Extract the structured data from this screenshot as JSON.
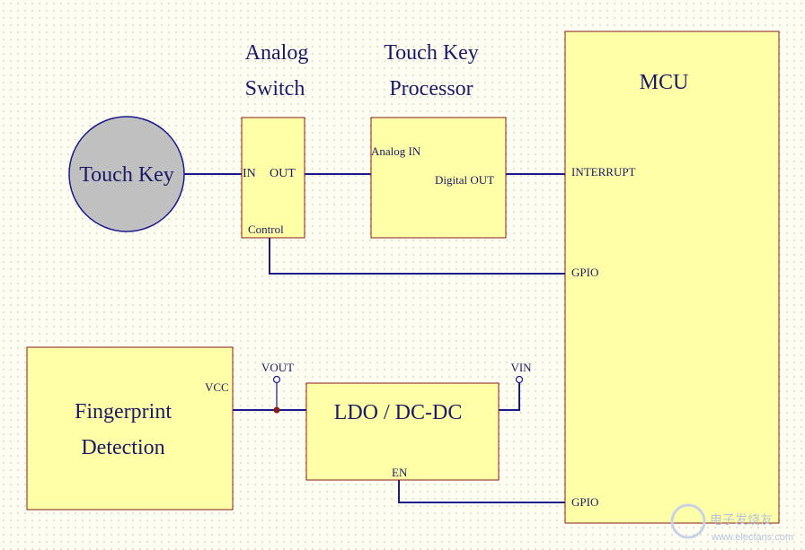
{
  "touch_key": {
    "label": "Touch Key"
  },
  "analog_switch": {
    "title_line1": "Analog",
    "title_line2": "Switch",
    "pin_in": "IN",
    "pin_out": "OUT",
    "pin_control": "Control"
  },
  "touch_key_processor": {
    "title_line1": "Touch Key",
    "title_line2": "Processor",
    "pin_analog_in": "Analog IN",
    "pin_digital_out": "Digital OUT"
  },
  "mcu": {
    "label": "MCU",
    "pin_interrupt": "INTERRUPT",
    "pin_gpio_1": "GPIO",
    "pin_gpio_2": "GPIO"
  },
  "fingerprint": {
    "label_line1": "Fingerprint",
    "label_line2": "Detection",
    "pin_vcc": "VCC"
  },
  "ldo": {
    "label": "LDO / DC-DC",
    "pin_en": "EN",
    "vout_label": "VOUT",
    "vin_label": "VIN"
  },
  "watermark": {
    "text_cn": "电子发烧友",
    "text_url": "www.elecfans.com"
  },
  "colors": {
    "block_fill": "#ffffa8",
    "block_border": "#8b1a1a",
    "wire": "#1a1a8c",
    "text": "#1a1a66",
    "touch_key_fill": "#c0c0c0",
    "junction": "#8b1a1a"
  }
}
